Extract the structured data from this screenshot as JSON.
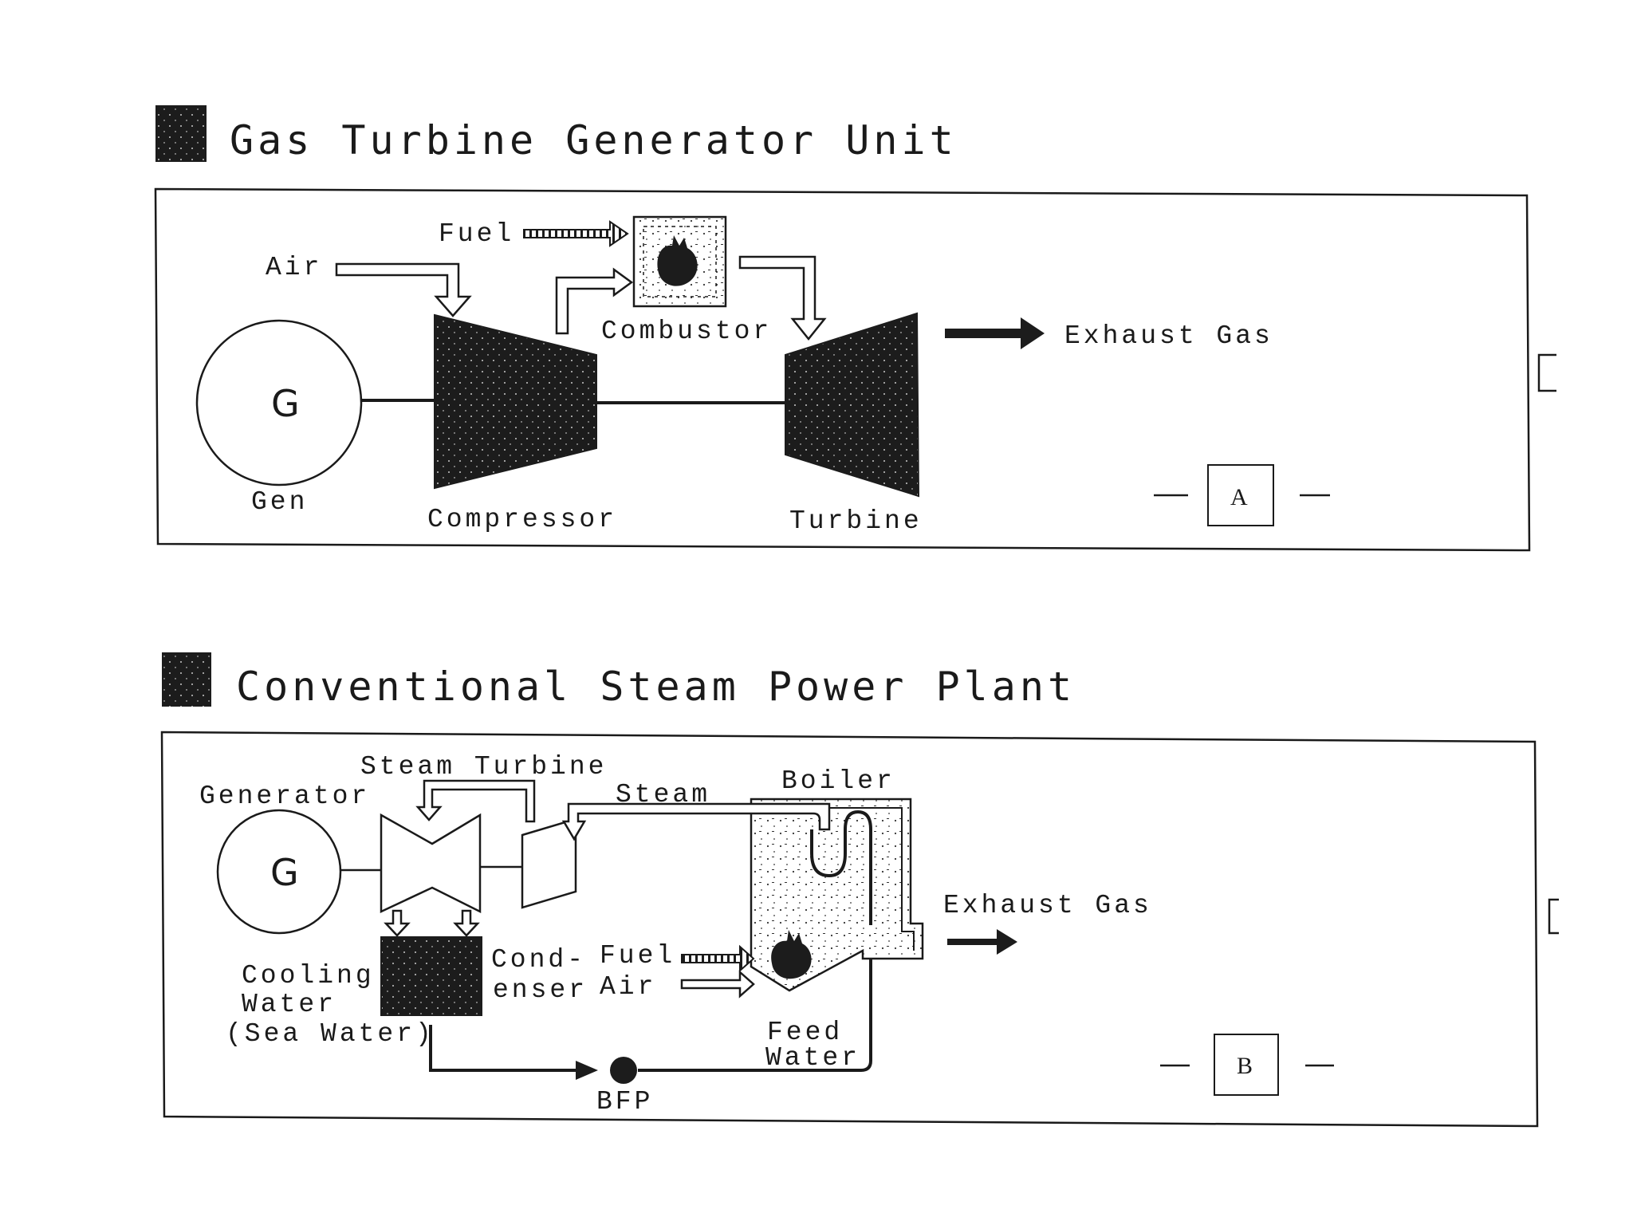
{
  "panel_a": {
    "title": "Gas Turbine Generator Unit",
    "labels": {
      "fuel": "Fuel",
      "air": "Air",
      "combustor": "Combustor",
      "exhaust": "Exhaust Gas",
      "gen_symbol": "G",
      "gen": "Gen",
      "compressor": "Compressor",
      "turbine": "Turbine"
    },
    "tag": "A"
  },
  "panel_b": {
    "title": "Conventional Steam Power Plant",
    "labels": {
      "steam_turbine": "Steam Turbine",
      "steam": "Steam",
      "boiler": "Boiler",
      "generator": "Generator",
      "gen_symbol": "G",
      "exhaust": "Exhaust Gas",
      "cooling_1": "Cooling",
      "cooling_2": "Water",
      "cooling_3": "(Sea Water)",
      "condenser_1": "Cond-",
      "condenser_2": "enser",
      "fuel": "Fuel",
      "air": "Air",
      "feed_1": "Feed",
      "feed_2": "Water",
      "bfp": "BFP"
    },
    "tag": "B"
  }
}
